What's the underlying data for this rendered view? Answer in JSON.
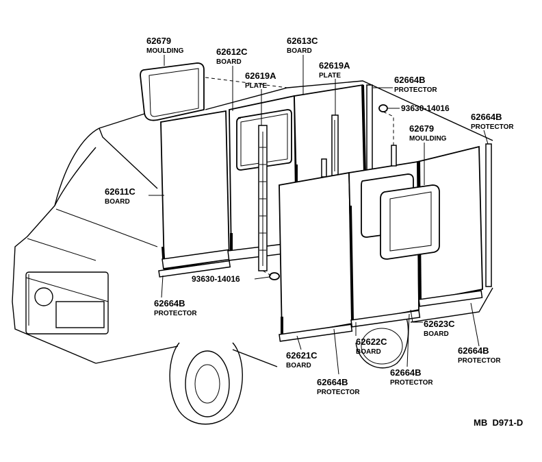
{
  "parts": [
    {
      "id": "moulding-top-left",
      "number": "62679",
      "name": "MOULDING"
    },
    {
      "id": "board-upper-left",
      "number": "62612C",
      "name": "BOARD"
    },
    {
      "id": "board-upper-center",
      "number": "62613C",
      "name": "BOARD"
    },
    {
      "id": "plate-left",
      "number": "62619A",
      "name": "PLATE"
    },
    {
      "id": "plate-center",
      "number": "62619A",
      "name": "PLATE"
    },
    {
      "id": "protector-top-right",
      "number": "62664B",
      "name": "PROTECTOR"
    },
    {
      "id": "clip-upper",
      "number": "93630-14016",
      "name": ""
    },
    {
      "id": "protector-far-right",
      "number": "62664B",
      "name": "PROTECTOR"
    },
    {
      "id": "moulding-right",
      "number": "62679",
      "name": "MOULDING"
    },
    {
      "id": "board-left",
      "number": "62611C",
      "name": "BOARD"
    },
    {
      "id": "clip-lower",
      "number": "93630-14016",
      "name": ""
    },
    {
      "id": "protector-left",
      "number": "62664B",
      "name": "PROTECTOR"
    },
    {
      "id": "board-lower-right",
      "number": "62623C",
      "name": "BOARD"
    },
    {
      "id": "board-lower-center",
      "number": "62622C",
      "name": "BOARD"
    },
    {
      "id": "board-lower-left",
      "number": "62621C",
      "name": "BOARD"
    },
    {
      "id": "protector-bottom-right",
      "number": "62664B",
      "name": "PROTECTOR"
    },
    {
      "id": "protector-bottom-center",
      "number": "62664B",
      "name": "PROTECTOR"
    },
    {
      "id": "protector-bottom-left",
      "number": "62664B",
      "name": "PROTECTOR"
    }
  ],
  "diagram_code": "MB  D971-D"
}
